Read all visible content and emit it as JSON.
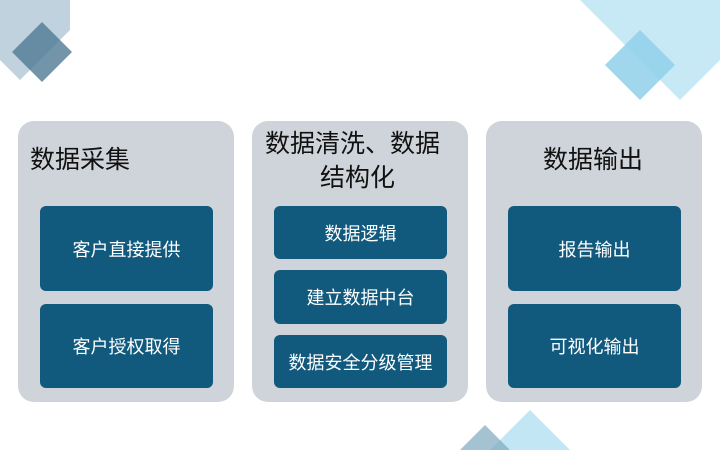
{
  "colors": {
    "panel_bg": "#cfd4da",
    "box_bg": "#115a7d",
    "box_text": "#ffffff",
    "deco_dark": "#4f7b94",
    "deco_light": "#8fd0ea"
  },
  "stages": [
    {
      "title": "数据采集",
      "items": [
        "客户直接提供",
        "客户授权取得"
      ]
    },
    {
      "title_lines": [
        "数据清洗、数据",
        "结构化"
      ],
      "items": [
        "数据逻辑",
        "建立数据中台",
        "数据安全分级管理"
      ]
    },
    {
      "title": "数据输出",
      "items": [
        "报告输出",
        "可视化输出"
      ]
    }
  ]
}
